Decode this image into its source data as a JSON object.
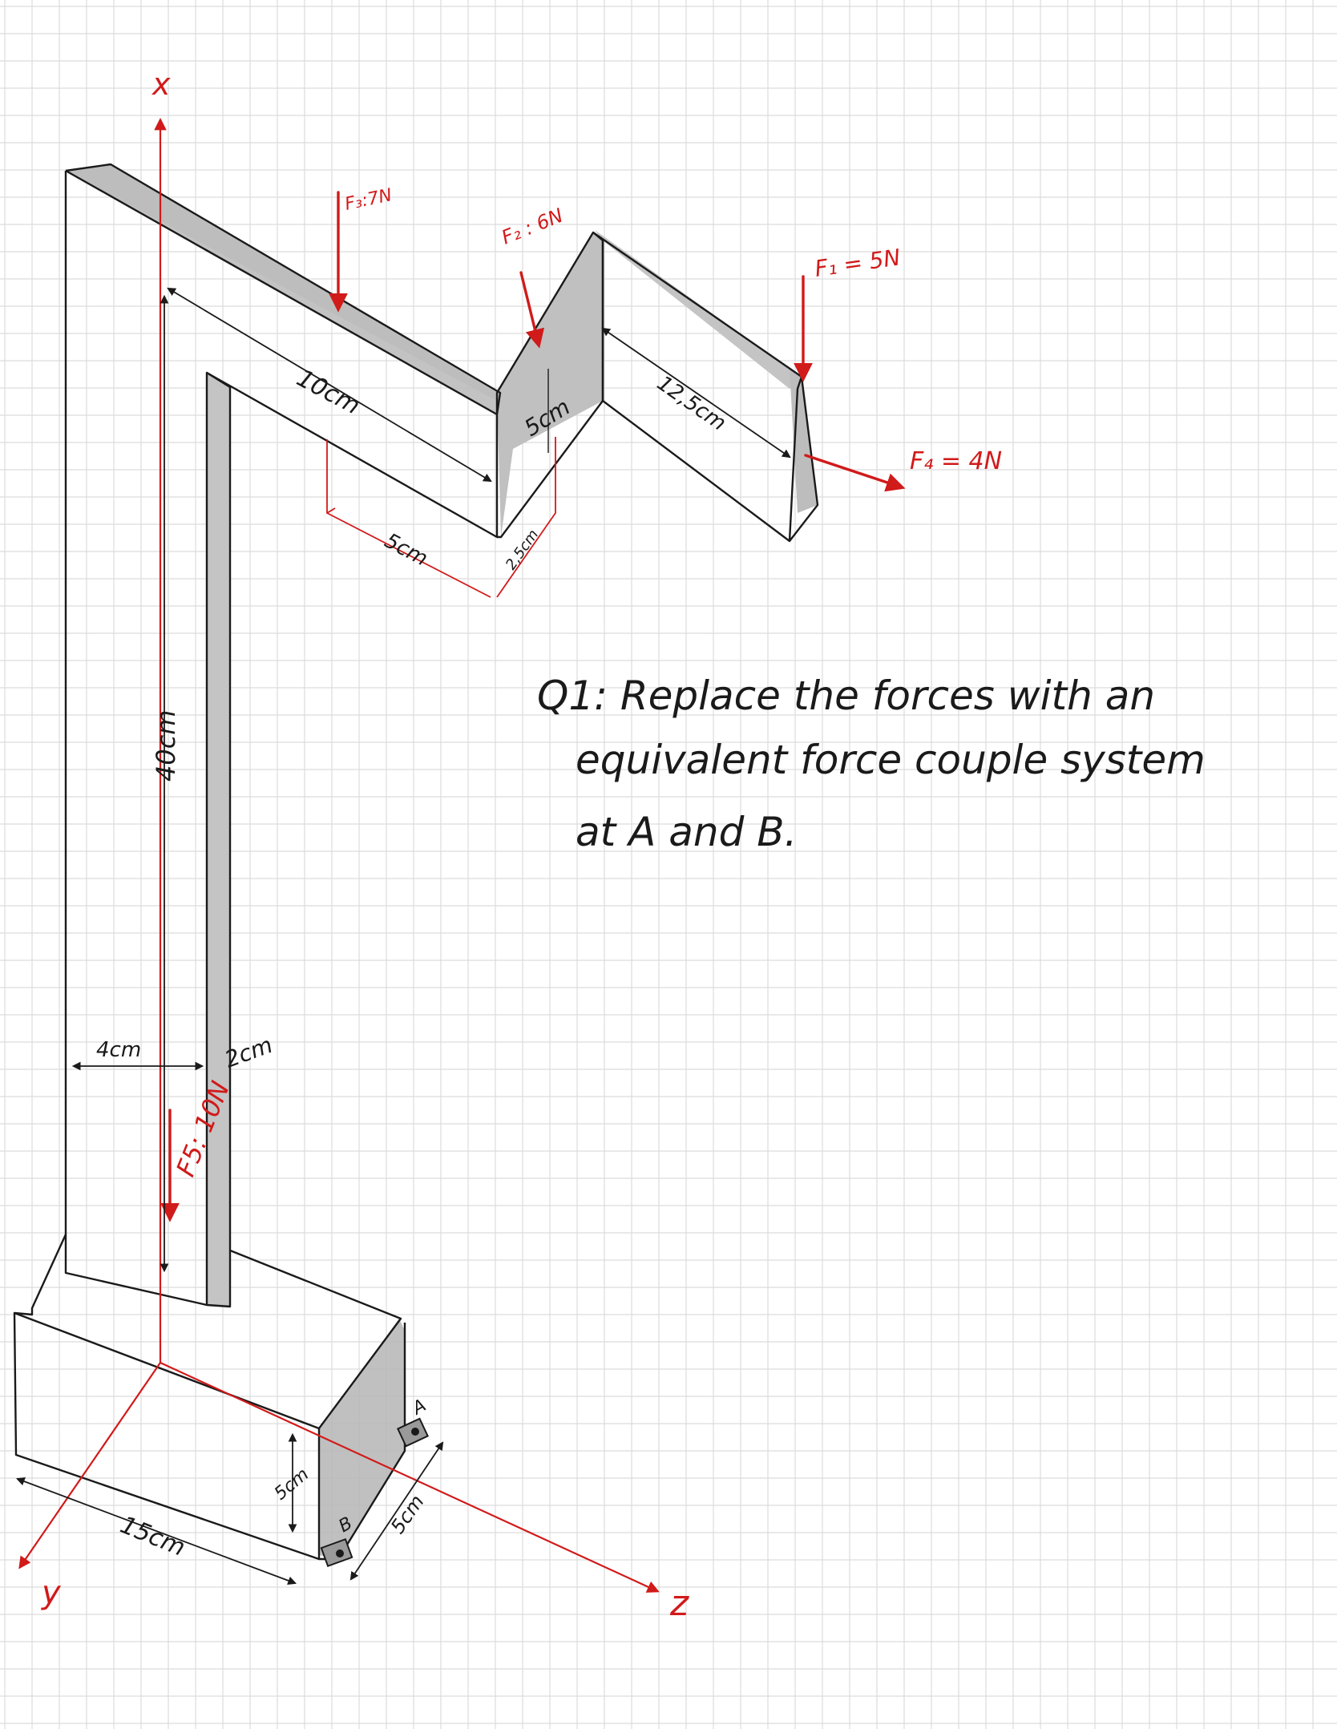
{
  "colors": {
    "ink": "#1a1a1a",
    "accent": "#d11a1a",
    "grid": "#dcdcdc",
    "shade": "#b8b8b8"
  },
  "axes": {
    "x": "x",
    "y": "y",
    "z": "z"
  },
  "points": {
    "A": "A",
    "B": "B"
  },
  "forces": {
    "F1": "F₁ = 5N",
    "F2": "F₂ : 6N",
    "F3": "F₃:7N",
    "F4": "F₄ = 4N",
    "F5": "F5: 10N"
  },
  "dimensions": {
    "d10": "10cm",
    "d5a": "5cm",
    "d5b": "5cm",
    "d125": "12,5cm",
    "d25": "2,5cm",
    "d40": "40cm",
    "d4": "4cm",
    "d2": "2cm",
    "d15": "15cm",
    "d5c": "5cm",
    "d5d": "5cm"
  },
  "question": {
    "line1": "Q1: Replace the forces with an",
    "line2": "equivalent force couple system",
    "line3": "at A and B."
  }
}
